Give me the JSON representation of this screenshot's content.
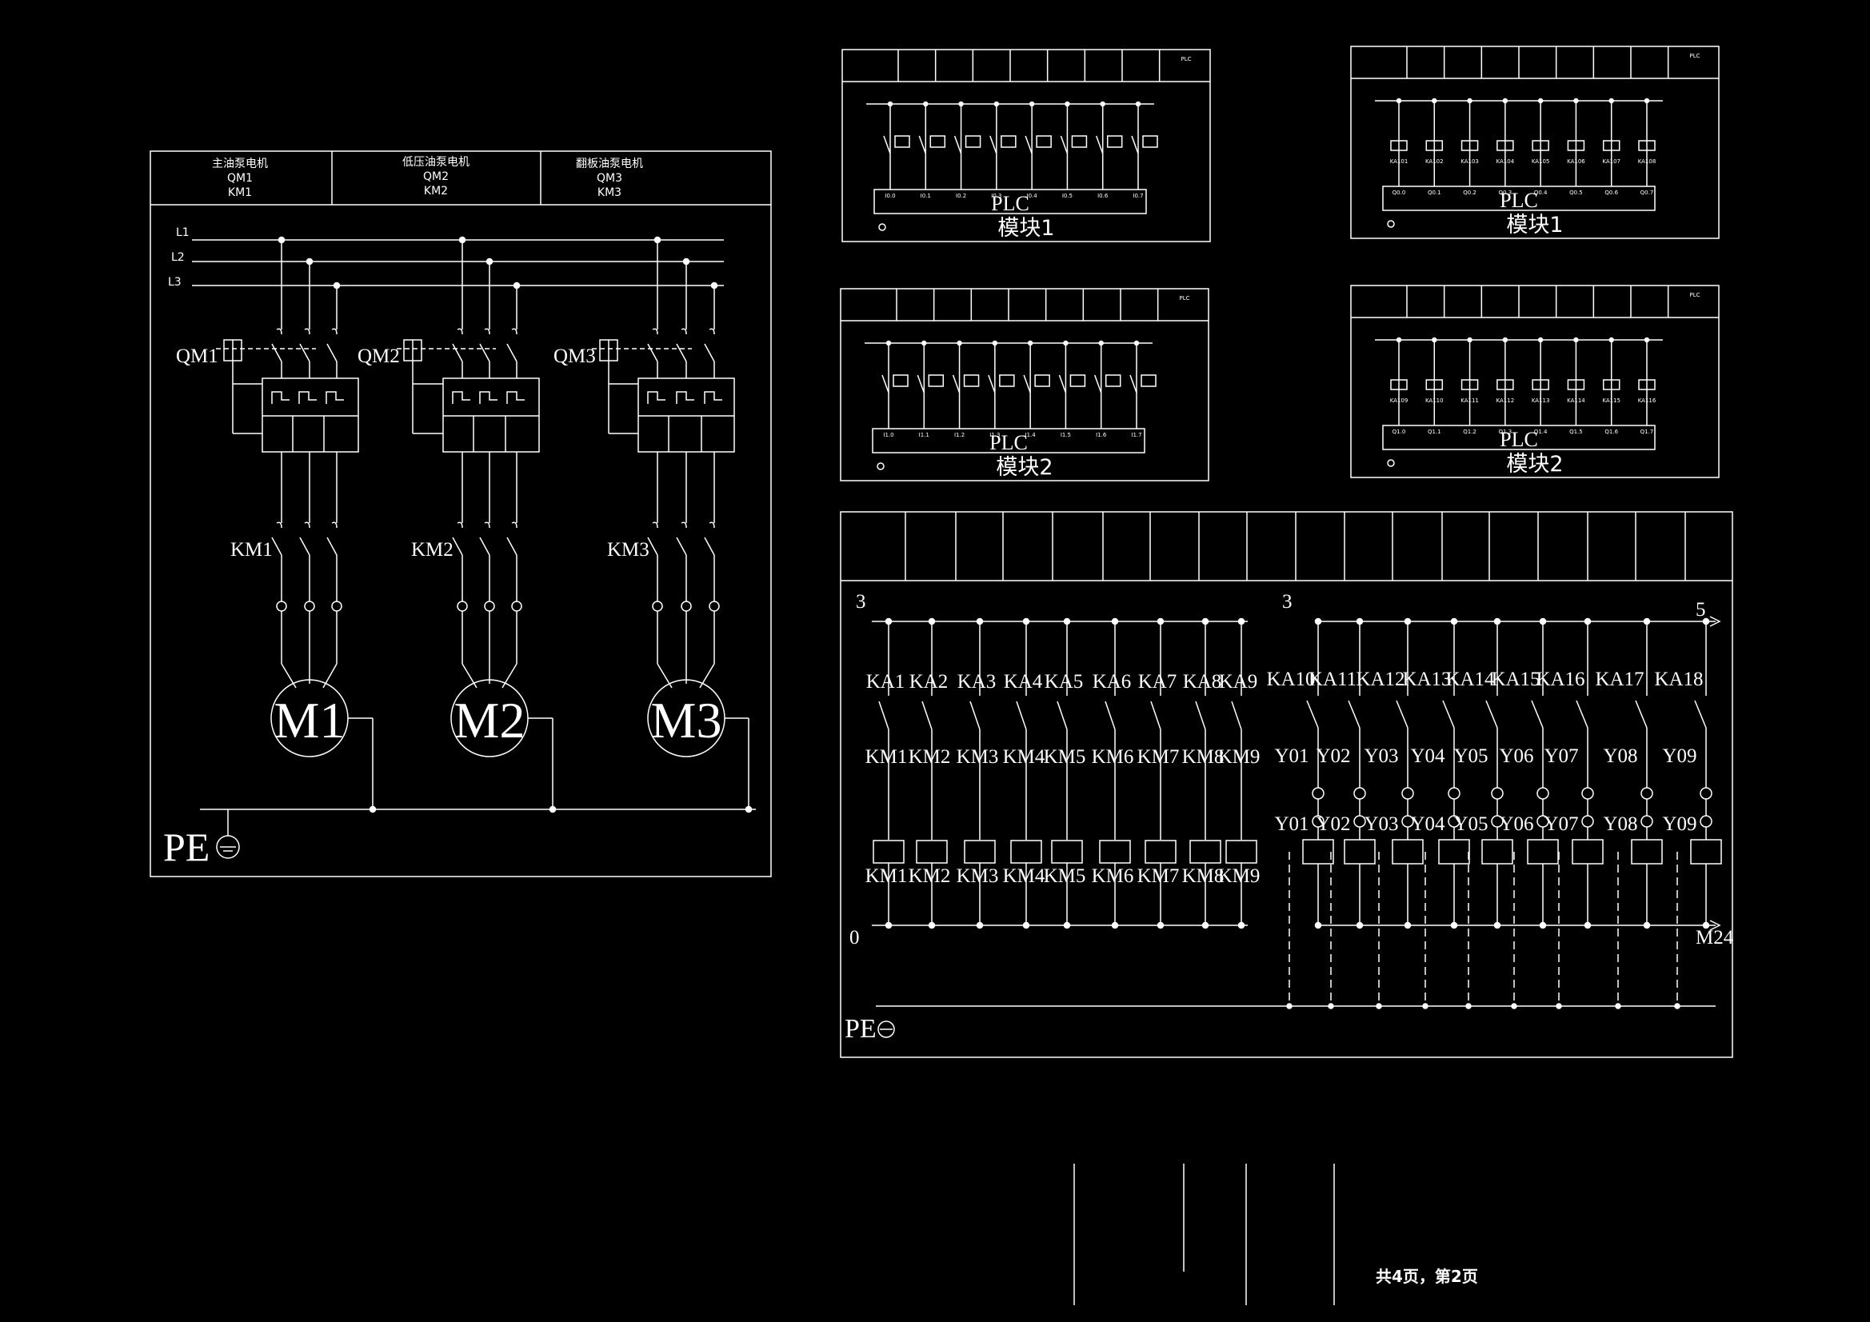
{
  "colors": {
    "background": "#000000",
    "line": "#ffffff"
  },
  "motor_panel": {
    "header": [
      {
        "title": "主油泵电机",
        "qm": "QM1",
        "km": "KM1"
      },
      {
        "title": "低压油泵电机",
        "qm": "QM2",
        "km": "KM2"
      },
      {
        "title": "翻板油泵电机",
        "qm": "QM3",
        "km": "KM3"
      }
    ],
    "phases": [
      "L1",
      "L2",
      "L3"
    ],
    "breakers": [
      "QM1",
      "QM2",
      "QM3"
    ],
    "contactors": [
      "KM1",
      "KM2",
      "KM3"
    ],
    "motors": [
      "M1",
      "M2",
      "M3"
    ],
    "pe": "PE"
  },
  "plc_plc_label": "PLC",
  "plc_inputs_1": {
    "caption": "模块1",
    "header_last": "PLC",
    "ports": [
      "I0.0",
      "I0.1",
      "I0.2",
      "I0.3",
      "I0.4",
      "I0.5",
      "I0.6",
      "I0.7"
    ]
  },
  "plc_outputs_1": {
    "caption": "模块1",
    "header_last": "PLC",
    "relays": [
      "KA101",
      "KA102",
      "KA103",
      "KA104",
      "KA105",
      "KA106",
      "KA107",
      "KA108"
    ],
    "ports": [
      "Q0.0",
      "Q0.1",
      "Q0.2",
      "Q0.3",
      "Q0.4",
      "Q0.5",
      "Q0.6",
      "Q0.7"
    ]
  },
  "plc_inputs_2": {
    "caption": "模块2",
    "header_last": "PLC",
    "ports": [
      "I1.0",
      "I1.1",
      "I1.2",
      "I1.3",
      "I1.4",
      "I1.5",
      "I1.6",
      "I1.7"
    ]
  },
  "plc_outputs_2": {
    "caption": "模块2",
    "header_last": "PLC",
    "relays": [
      "KA109",
      "KA110",
      "KA111",
      "KA112",
      "KA113",
      "KA114",
      "KA115",
      "KA116"
    ],
    "ports": [
      "Q1.0",
      "Q1.1",
      "Q1.2",
      "Q1.3",
      "Q1.4",
      "Q1.5",
      "Q1.6",
      "Q1.7"
    ]
  },
  "control_panel": {
    "left_wire_top": "3",
    "right_wire_top": "3",
    "right_wire_end": "5",
    "neutral_label": "0",
    "neutral_end": "M24",
    "pe": "PE",
    "relays_left": [
      "KA1",
      "KA2",
      "KA3",
      "KA4",
      "KA5",
      "KA6",
      "KA7",
      "KA8",
      "KA9"
    ],
    "contacts_left": [
      "KM1",
      "KM2",
      "KM3",
      "KM4",
      "KM5",
      "KM6",
      "KM7",
      "KM8",
      "KM9"
    ],
    "coils_left": [
      "KM1",
      "KM2",
      "KM3",
      "KM4",
      "KM5",
      "KM6",
      "KM7",
      "KM8",
      "KM9"
    ],
    "relays_right": [
      "KA10",
      "KA11",
      "KA12",
      "KA13",
      "KA14",
      "KA15",
      "KA16",
      "KA17",
      "KA18"
    ],
    "valves_upper": [
      "Y01",
      "Y02",
      "Y03",
      "Y04",
      "Y05",
      "Y06",
      "Y07",
      "Y08",
      "Y09"
    ],
    "valves_lower": [
      "Y01",
      "Y02",
      "Y03",
      "Y04",
      "Y05",
      "Y06",
      "Y07",
      "Y08",
      "Y09"
    ]
  },
  "footer": {
    "page_info": "共4页，第2页"
  }
}
